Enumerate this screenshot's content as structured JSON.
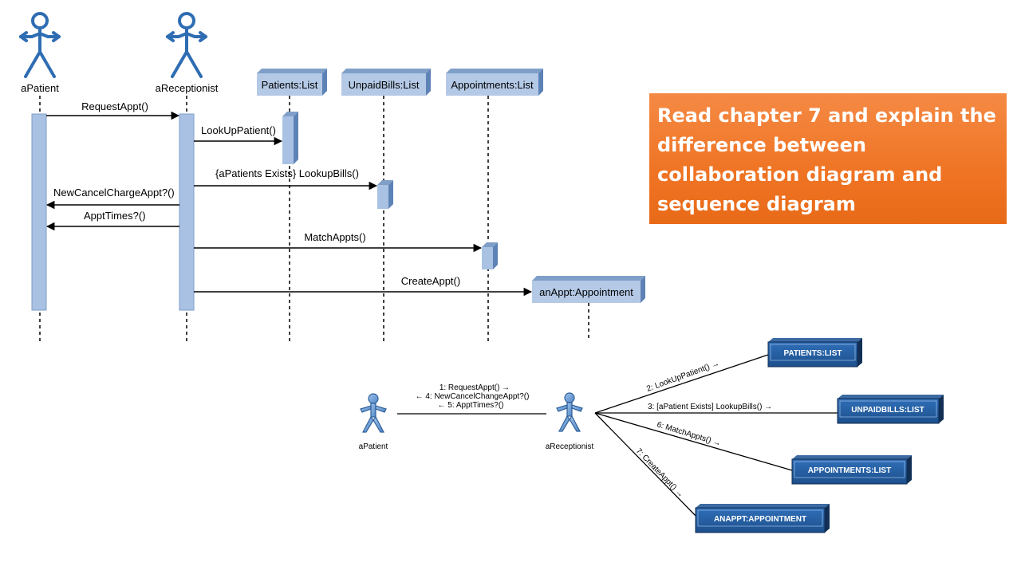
{
  "callout": {
    "text": "Read chapter 7 and explain the difference between collaboration diagram and sequence diagram"
  },
  "sequence": {
    "actors": [
      {
        "id": "patient",
        "name": "aPatient"
      },
      {
        "id": "receptionist",
        "name": "aReceptionist"
      }
    ],
    "objects": [
      {
        "id": "patients",
        "name": "Patients:List"
      },
      {
        "id": "unpaid",
        "name": "UnpaidBills:List"
      },
      {
        "id": "appointments",
        "name": "Appointments:List"
      },
      {
        "id": "appt",
        "name": "anAppt:Appointment"
      }
    ],
    "messages": [
      {
        "from": "patient",
        "to": "receptionist",
        "label": "RequestAppt()"
      },
      {
        "from": "receptionist",
        "to": "patients",
        "label": "LookUpPatient()"
      },
      {
        "from": "receptionist",
        "to": "unpaid",
        "label": "{aPatients Exists} LookupBills()"
      },
      {
        "from": "receptionist",
        "to": "patient",
        "label": "NewCancelChargeAppt?()"
      },
      {
        "from": "receptionist",
        "to": "patient",
        "label": "ApptTimes?()"
      },
      {
        "from": "receptionist",
        "to": "appointments",
        "label": "MatchAppts()"
      },
      {
        "from": "receptionist",
        "to": "appt",
        "label": "CreateAppt()"
      }
    ]
  },
  "collaboration": {
    "actors": [
      {
        "id": "patient",
        "name": "aPatient"
      },
      {
        "id": "receptionist",
        "name": "aReceptionist"
      }
    ],
    "objects": [
      {
        "id": "patients",
        "name": "PATIENTS:LIST"
      },
      {
        "id": "unpaid",
        "name": "UNPAIDBILLS:LIST"
      },
      {
        "id": "appointments",
        "name": "APPOINTMENTS:LIST"
      },
      {
        "id": "appt",
        "name": "ANAPPT:APPOINTMENT"
      }
    ],
    "patient_link_messages": [
      "1: RequestAppt() →",
      "← 4: NewCancelChangeAppt?()",
      "← 5: ApptTimes?()"
    ],
    "link_messages": {
      "patients": "2: LookUpPatient() →",
      "unpaid": "3: [aPatient Exists] LookupBills() →",
      "appointments": "6: MatchAppts() →",
      "appt": "7: CreateAppt() →"
    }
  }
}
